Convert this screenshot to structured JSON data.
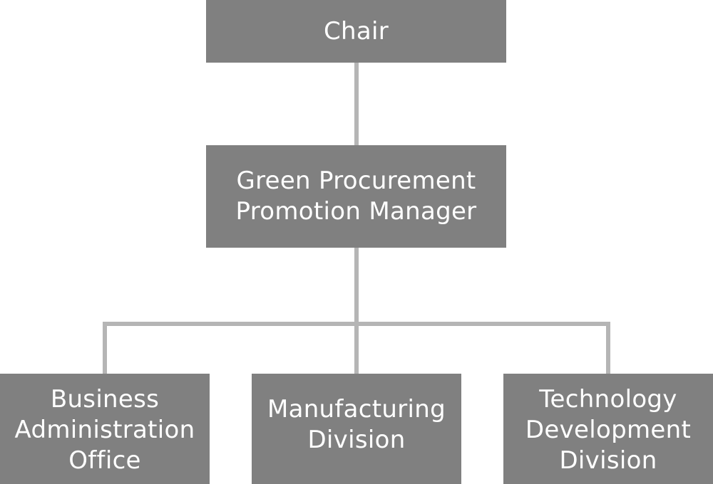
{
  "org_chart": {
    "chair": {
      "label": "Chair"
    },
    "manager": {
      "label": "Green Procurement\nPromotion Manager"
    },
    "units": [
      {
        "label": "Business\nAdministration\nOffice"
      },
      {
        "label": "Manufacturing\nDivision"
      },
      {
        "label": "Technology\nDevelopment\nDivision"
      }
    ]
  },
  "colors": {
    "box_fill": "#808080",
    "box_text": "#ffffff",
    "connector": "#b5b5b5",
    "background": "#ffffff"
  }
}
